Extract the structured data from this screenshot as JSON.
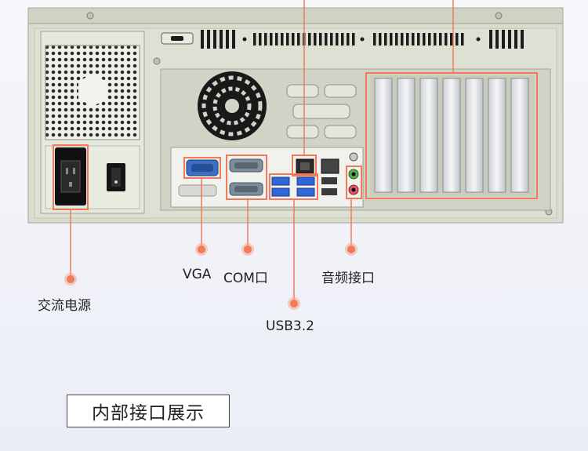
{
  "callouts": {
    "power": "交流电源",
    "vga": "VGA",
    "com": "COM口",
    "usb": "USB3.2",
    "audio": "音频接口"
  },
  "title": "内部接口展示",
  "colors": {
    "accent": "#f07a5a",
    "chassis": "#d9ddcf",
    "vga_port": "#3d6fc4",
    "usb_port": "#2f66d8",
    "audio_green": "#5aa84a",
    "audio_pink": "#e0556a"
  }
}
